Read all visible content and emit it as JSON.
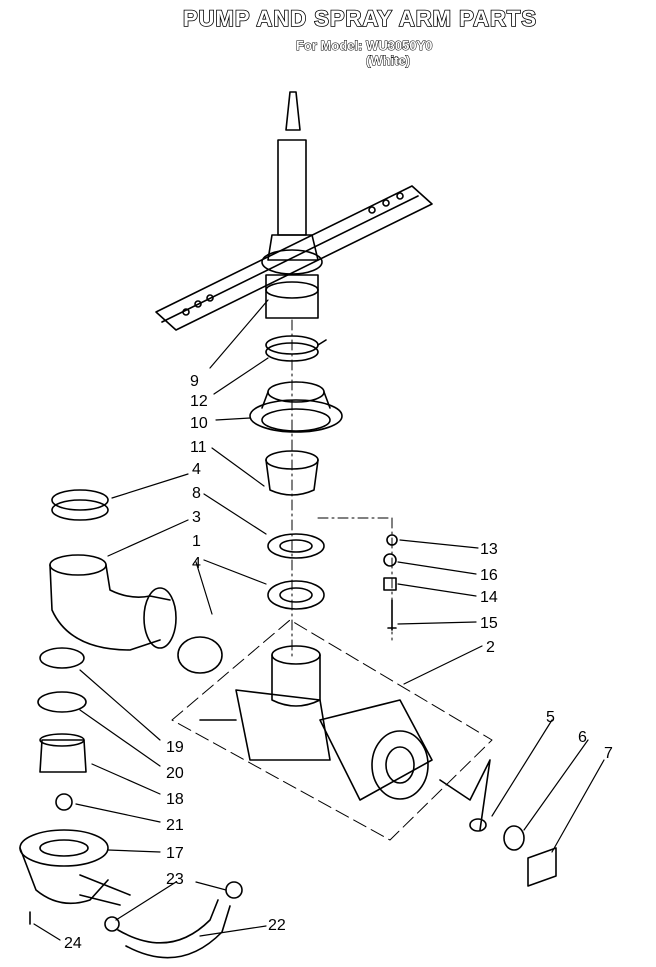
{
  "header": {
    "title": "PUMP AND SPRAY ARM PARTS",
    "model_line": "For Model: WU3050Y0",
    "variant": "(White)"
  },
  "callouts": [
    "9",
    "12",
    "10",
    "11",
    "4",
    "8",
    "3",
    "1",
    "4",
    "13",
    "16",
    "14",
    "15",
    "2",
    "5",
    "6",
    "7",
    "19",
    "20",
    "18",
    "21",
    "17",
    "23",
    "22",
    "24"
  ],
  "colors": {
    "ink": "#000000",
    "paper": "#ffffff"
  }
}
